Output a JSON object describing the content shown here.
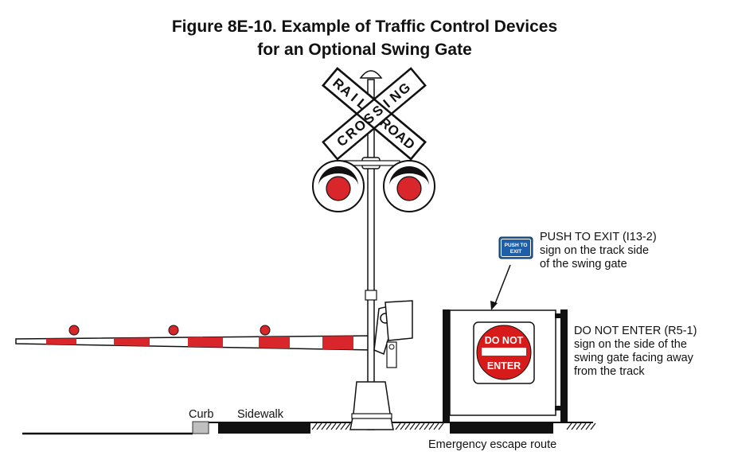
{
  "figure": {
    "title_line1": "Figure 8E-10.  Example of Traffic Control Devices",
    "title_line2": "for an Optional Swing Gate"
  },
  "crossbuck": {
    "word1": "RAILROAD",
    "word2": "CROSSING",
    "letters_rail": [
      "R",
      "A",
      "I",
      "L"
    ],
    "letters_road": [
      "R",
      "O",
      "A",
      "D"
    ],
    "letters_crossing": [
      "C",
      "R",
      "O",
      "S",
      "S",
      "I",
      "N",
      "G"
    ]
  },
  "push_sign": {
    "line1": "PUSH TO",
    "line2": "EXIT",
    "color": "#1f5fa8"
  },
  "push_caption": {
    "line1": "PUSH TO EXIT (I13-2)",
    "line2": "sign on the track side",
    "line3": "of the swing gate"
  },
  "dne_sign": {
    "line1": "DO NOT",
    "line2": "ENTER",
    "color": "#d71a1a"
  },
  "dne_caption": {
    "line1": "DO NOT ENTER (R5-1)",
    "line2": "sign on the side of the",
    "line3": "swing gate facing away",
    "line4": "from the track"
  },
  "labels": {
    "curb": "Curb",
    "sidewalk": "Sidewalk",
    "escape": "Emergency escape route"
  },
  "colors": {
    "gate_red": "#d8262b",
    "lamp_red": "#d8262b",
    "ink": "#111111"
  }
}
